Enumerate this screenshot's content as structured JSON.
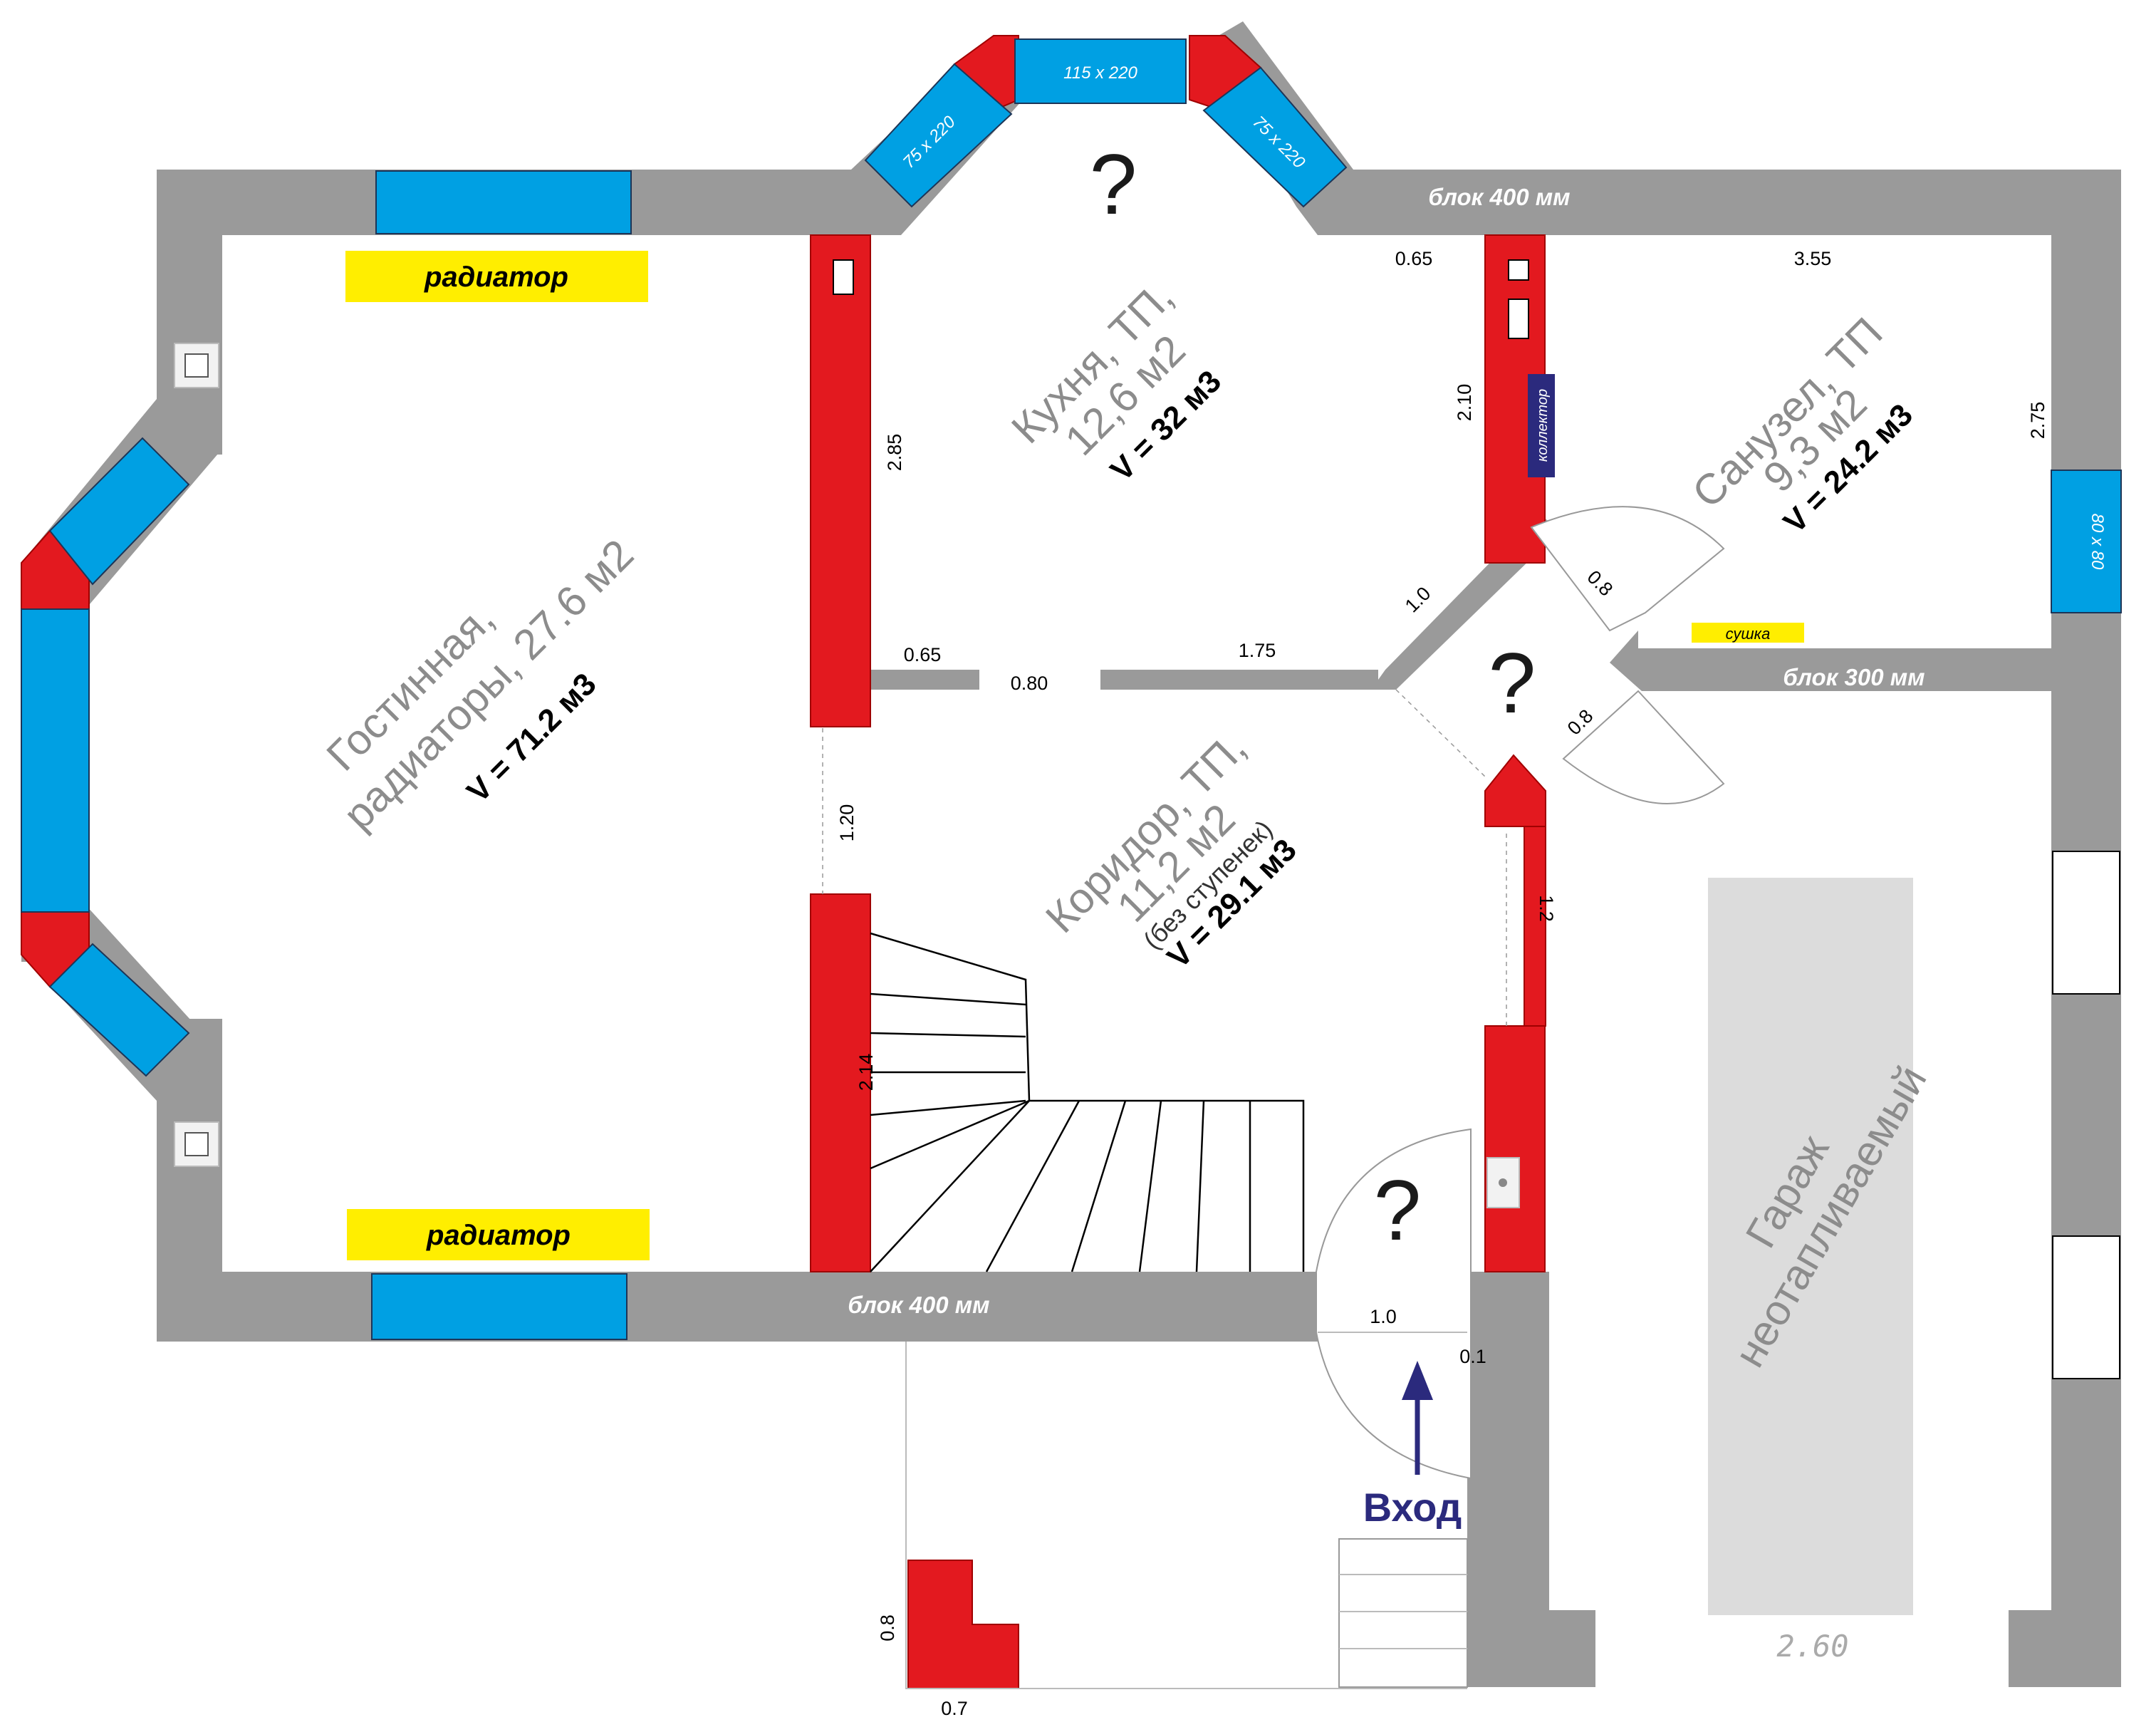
{
  "rooms": {
    "living": {
      "name_line1": "Гостинная,",
      "name_line2": "радиаторы, 27.6 м2",
      "volume": "V = 71.2 м3"
    },
    "kitchen": {
      "name_line1": "Кухня, ТП,",
      "name_line2": "12,6 м2",
      "volume": "V = 32 м3"
    },
    "bathroom": {
      "name_line1": "Санузел, ТП",
      "name_line2": "9,3 м2",
      "volume": "V = 24.2 м3"
    },
    "corridor": {
      "name_line1": "Коридор, ТП,",
      "name_line2": "11,2 м2",
      "note": "(без ступенек)",
      "volume": "V = 29.1 м3"
    },
    "garage": {
      "name_line1": "Гараж",
      "name_line2": "неотапливаемый",
      "dimension": "2.60"
    }
  },
  "question_mark": "?",
  "labels": {
    "radiator_top": "радиатор",
    "radiator_bottom": "радиатор",
    "collector": "коллектор",
    "dryer": "сушка",
    "entrance": "Вход",
    "wall_top": "блок 400 мм",
    "wall_bottom": "блок 400 мм",
    "wall_bathroom": "блок 300 мм"
  },
  "windows": {
    "bay_center": "115 x 220",
    "bay_left": "75 x 220",
    "bay_right": "75 x 220",
    "bathroom": "80 x 80"
  },
  "dimensions": {
    "d_065_top": "0.65",
    "d_355": "3.55",
    "d_275": "2.75",
    "d_210": "2.10",
    "d_285": "2.85",
    "d_065_bottom": "0.65",
    "d_080": "0.80",
    "d_175": "1.75",
    "d_10_diag": "1.0",
    "d_08_a": "0.8",
    "d_08_b": "0.8",
    "d_120": "1.20",
    "d_12": "1.2",
    "d_214": "2.14",
    "d_10_door": "1.0",
    "d_01": "0.1",
    "d_08_porch": "0.8",
    "d_07": "0.7"
  },
  "colors": {
    "wall": "#9a9a9a",
    "brick": "#e3191f",
    "window": "#00a0e3",
    "radiator_label": "#ffee00",
    "entrance": "#2b2a7d",
    "garage_fill": "#dcdcdc"
  }
}
